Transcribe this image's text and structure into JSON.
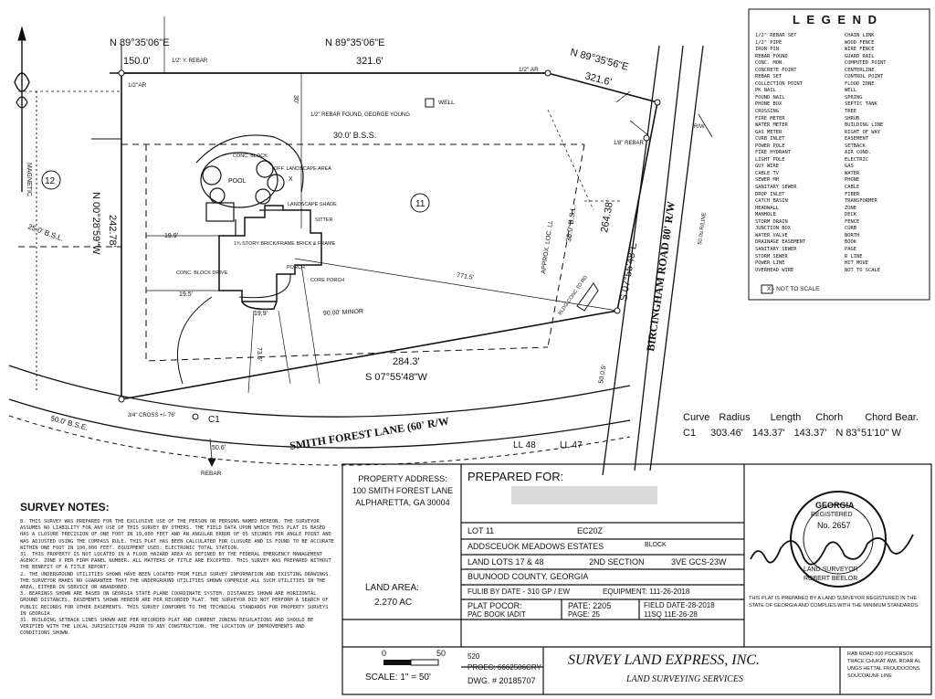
{
  "bearings": {
    "north_a": "N 89°35'06\"E",
    "north_a_dist": "150.0'",
    "north_b": "N 89°35'06\"E",
    "north_b_dist": "321.6'",
    "north_c": "N 89°35'56\"E",
    "north_c_dist": "321.6'",
    "west": "N 00°28'59\"W",
    "west_dist": "242.78'",
    "east": "S 07°55'48\"E",
    "east_dist": "264.38'",
    "south": "S 07°55'48\"W",
    "south_dist": "284.3'"
  },
  "labels": {
    "rebar_top": "1/2\" Y. REBAR",
    "rebar_left": "1/2\"AR",
    "rebar_right": "1/2\" AR",
    "rebar_note": "1/2\" REBAR FOUND, GEORGE YOUNG",
    "bss_30": "30.0' B.S.S.",
    "bsl_25": "25.0' B.S.L.",
    "bss_50": "50.0' B.S.E.",
    "approx_loc": "APPROX. LOC. LL",
    "bsl_36": "36.0' B.S.L.",
    "well": "WELL",
    "lot_number": "11",
    "adj_lot": "12",
    "pool": "POOL",
    "conc_block": "CONC. BLOCK",
    "house": "1¾ STORY BRICK/FRAME BRICK & FRAME",
    "porch": "PORCH",
    "conc_drive": "CONC. BLOCK DRIVE",
    "covered_porch": "CORE PORCH",
    "landscape": "LANDSCAPE SHADE",
    "off_landscape": "OFF. LANDSCAPE AREA",
    "sitter": "SITTER",
    "dim_199a": "19.9'",
    "dim_199b": "19.9'",
    "dim_195": "19.5'",
    "dim_735": "73.5'",
    "dim_715": "771.5'",
    "dim_90": "90.00' MINOR",
    "dim_505": "50.0.5'",
    "dim_506": "50.6'",
    "dim_30": "30'",
    "curve_c1": "C1",
    "curve_c1_note": "3/4\" CROSS +/- 76'",
    "rebar_bottom": "REBAR",
    "magnetic": "MAGNETIC",
    "smith_lane": "SMITH FOREST LANE (60' R/W",
    "birchingham": "BIRCINGHAM ROAD 80' R/W",
    "birch_rline": "50.0s R/LINE",
    "bridge_note": "BLDG CONC TO RD",
    "ll48": "LL 48",
    "ll47": "LL 47",
    "iron_pin": "1/8\" REBAR",
    "r_w": "R/W"
  },
  "curve_table": {
    "headers": [
      "Curve",
      "Radius",
      "Length",
      "Chorh",
      "Chord Bear."
    ],
    "row": [
      "C1",
      "303.46'",
      "143.37'",
      "143.37'",
      "N 83°51'10\" W"
    ]
  },
  "legend": {
    "title": "L E G E N D",
    "items": [
      "1/2\" REBAR SET",
      "1/2\" PIPE",
      "IRON PIN",
      "REBAR FOUND",
      "CONC. MON.",
      "CONCRETE POINT",
      "REBAR SET",
      "COLLECTION POINT",
      "PK NAIL",
      "FOUND NAIL",
      "PHONE BOX",
      "CROSSING",
      "FIRE METER",
      "WATER METER",
      "GAS METER",
      "CURB INLET",
      "POWER POLE",
      "FIRE HYDRANT",
      "LIGHT POLE",
      "GUY WIRE",
      "CABLE TV",
      "SEWER MH",
      "SANITARY SEWER",
      "DROP INLET",
      "CATCH BASIN",
      "HEADWALL",
      "MANHOLE",
      "STORM DRAIN",
      "JUNCTION BOX",
      "WATER VALVE",
      "DRAINAGE EASEMENT",
      "SANITARY SEWER",
      "STORM SEWER",
      "POWER LINE",
      "OVERHEAD WIRE",
      "CHAIN LINK",
      "WOOD FENCE",
      "WIRE FENCE",
      "GUARD RAIL",
      "COMPUTED POINT",
      "CENTERLINE",
      "CONTROL POINT",
      "FLOOD ZONE",
      "WELL",
      "SPRING",
      "SEPTIC TANK",
      "TREE",
      "SHRUB",
      "BUILDING LINE",
      "RIGHT OF WAY",
      "EASEMENT",
      "SETBACK",
      "AIR COND.",
      "ELECTRIC",
      "GAS",
      "WATER",
      "PHONE",
      "CABLE",
      "FIBER",
      "TRANSFORMER",
      "ZONE",
      "DECK",
      "FENCE",
      "CURB",
      "NORTH",
      "BOOK",
      "PAGE",
      "R LINE",
      "HIT MOVE",
      "NOT TO SCALE"
    ],
    "x_note": "X   - NOT TO SCALE"
  },
  "property_address": {
    "label": "PROPERTY ADDRESS:",
    "line1": "100 SMITH FOREST LANE",
    "line2": "ALPHARETTA, GA 30004"
  },
  "land_area": {
    "label": "LAND AREA:",
    "value": "2.270 AC"
  },
  "scale": {
    "tick0": "0",
    "tick50": "50",
    "label": "SCALE:  1\" = 50'"
  },
  "title_block": {
    "prepared_for": "PREPARED FOR:",
    "lot": "LOT 11",
    "code": "EC20Z",
    "subdivision": "ADDSCEUOK MEADOWS ESTATES",
    "block": "BLOCK",
    "land_lots": "LAND LOTS 17 & 48",
    "section": "2ND SECTION",
    "district": "3VE GCS-23W",
    "county": "BUUNOOD COUNTY, GEORGIA",
    "field_date": "FULIB BY DATE - 310 GP / EW",
    "equipment": "EQUIPMENT: 111-26-2018",
    "plat_book": "PLAT POCOR:",
    "plat_book_page": "PATE: 2205",
    "plat_book2": "PAC BOOK IADIT",
    "page25": "PAGE: 25",
    "field_date2": "FIELD DATE-28-2018",
    "field_date3": "11SQ 11E-26-28",
    "number": "520",
    "project": "PROEC: 6662506CRY",
    "dwg": "DWG. # 20185707",
    "company": "SURVEY LAND EXPRESS, INC.",
    "company_sub": "LAND SURVEYING SERVICES",
    "footer_right": "RAB ROAD 600 POCERSOK TRACE CHUKAT AWL ROAR AL UNGS HETTAL FROUDOOONS SOUCOAUNF LINE"
  },
  "seal": {
    "text_top": "GEORGIA",
    "text_reg": "REGISTERED",
    "number": "No. 2657",
    "text_side": "LAND SURVEYOR",
    "name": "ROBERT BEELOR",
    "caption": "THIS PLAT IS PREPARED BY A LAND SURVEYOR REGISTERED IN THE STATE OF GEORGIA AND COMPLIES WITH THE MINIMUM STANDARDS."
  },
  "survey_notes": {
    "title": "SURVEY NOTES:",
    "paragraphs": [
      "8. THIS SURVEY WAS PREPARED FOR THE EXCLUSIVE USE OF THE PERSON OR PERSONS NAMED HEREON. THE SURVEYOR ASSUMES NO LIABILITY FOR ANY USE OF THIS SURVEY BY OTHERS. THE FIELD DATA UPON WHICH THIS PLAT IS BASED HAS A CLOSURE PRECISION OF ONE FOOT IN 10,000 FEET AND AN ANGULAR ERROR OF 05 SECONDS PER ANGLE POINT AND WAS ADJUSTED USING THE COMPASS RULE. THIS PLAT HAS BEEN CALCULATED FOR CLOSURE AND IS FOUND TO BE ACCURATE WITHIN ONE FOOT IN 100,000 FEET. EQUIPMENT USED: ELECTRONIC TOTAL STATION.",
      "31. THIS PROPERTY IS NOT LOCATED IN A FLOOD HAZARD AREA AS DEFINED BY THE FEDERAL EMERGENCY MANAGEMENT AGENCY. ZONE X PER FIRM PANEL NUMBER. ALL MATTERS OF TITLE ARE EXCEPTED. THIS SURVEY WAS PREPARED WITHOUT THE BENEFIT OF A TITLE REPORT.",
      "2. THE UNDERGROUND UTILITIES SHOWN HAVE BEEN LOCATED FROM FIELD SURVEY INFORMATION AND EXISTING DRAWINGS. THE SURVEYOR MAKES NO GUARANTEE THAT THE UNDERGROUND UTILITIES SHOWN COMPRISE ALL SUCH UTILITIES IN THE AREA, EITHER IN SERVICE OR ABANDONED.",
      "3. BEARINGS SHOWN ARE BASED ON GEORGIA STATE PLANE COORDINATE SYSTEM. DISTANCES SHOWN ARE HORIZONTAL GROUND DISTANCES. EASEMENTS SHOWN HEREON ARE PER RECORDED PLAT. THE SURVEYOR DID NOT PERFORM A SEARCH OF PUBLIC RECORDS FOR OTHER EASEMENTS. THIS SURVEY CONFORMS TO THE TECHNICAL STANDARDS FOR PROPERTY SURVEYS IN GEORGIA.",
      "31. BUILDING SETBACK LINES SHOWN ARE PER RECORDED PLAT AND CURRENT ZONING REGULATIONS AND SHOULD BE VERIFIED WITH THE LOCAL JURISDICTION PRIOR TO ANY CONSTRUCTION. THE LOCATION OF IMPROVEMENTS AND CONDITIONS SHOWN."
    ]
  },
  "colors": {
    "ink": "#111111",
    "line_gray": "#555555",
    "paper": "#ffffff",
    "redacted": "#d9d9d9"
  }
}
